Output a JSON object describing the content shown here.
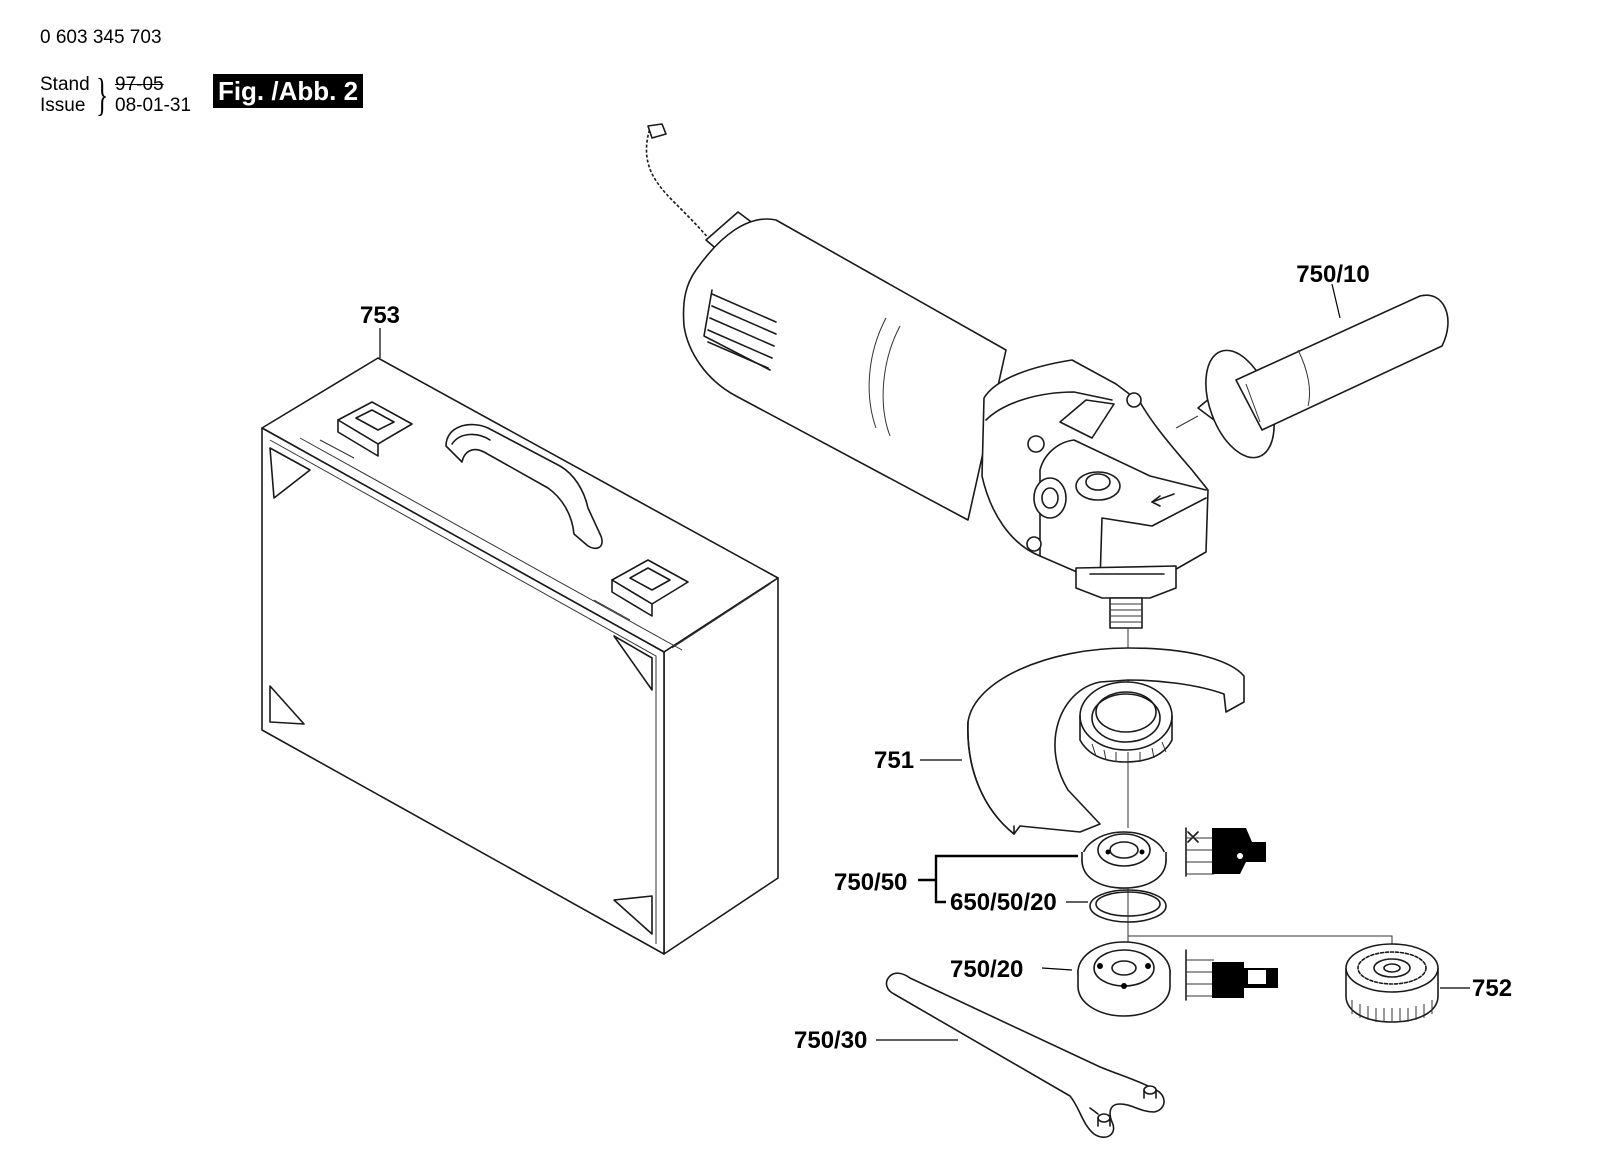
{
  "header": {
    "part_number": "0 603 345 703",
    "stand_label": "Stand",
    "stand_value": "97-05",
    "issue_label": "Issue",
    "issue_value": "08-01-31",
    "figure_badge": "Fig. /Abb. 2"
  },
  "parts": {
    "case": "753",
    "aux_handle": "750/10",
    "guard": "751",
    "flange_set": "750/50",
    "o_ring": "650/50/20",
    "mounting_flange": "750/20",
    "quick_clamp_nut": "752",
    "wrench": "750/30"
  }
}
